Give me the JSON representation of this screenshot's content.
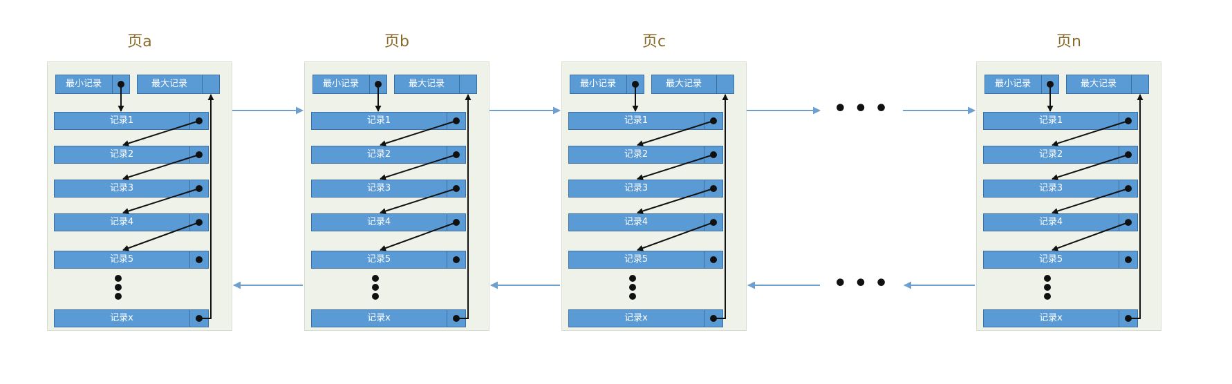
{
  "pages": [
    {
      "id": "a",
      "title": "页a",
      "min_label": "最小记录",
      "max_label": "最大记录",
      "records": [
        "记录1",
        "记录2",
        "记录3",
        "记录4",
        "记录5"
      ],
      "last_record": "记录x"
    },
    {
      "id": "b",
      "title": "页b",
      "min_label": "最小记录",
      "max_label": "最大记录",
      "records": [
        "记录1",
        "记录2",
        "记录3",
        "记录4",
        "记录5"
      ],
      "last_record": "记录x"
    },
    {
      "id": "c",
      "title": "页c",
      "min_label": "最小记录",
      "max_label": "最大记录",
      "records": [
        "记录1",
        "记录2",
        "记录3",
        "记录4",
        "记录5"
      ],
      "last_record": "记录x"
    },
    {
      "id": "n",
      "title": "页n",
      "min_label": "最小记录",
      "max_label": "最大记录",
      "records": [
        "记录1",
        "记录2",
        "记录3",
        "记录4",
        "记录5"
      ],
      "last_record": "记录x"
    }
  ],
  "gap_label": "• • •",
  "colors": {
    "record": "#5b9bd5",
    "record_border": "#3f6f9f",
    "panel": "#eef2e8",
    "page_link_arrow": "#6f9fcc",
    "pointer": "#111111",
    "title": "#8a6a2a"
  }
}
